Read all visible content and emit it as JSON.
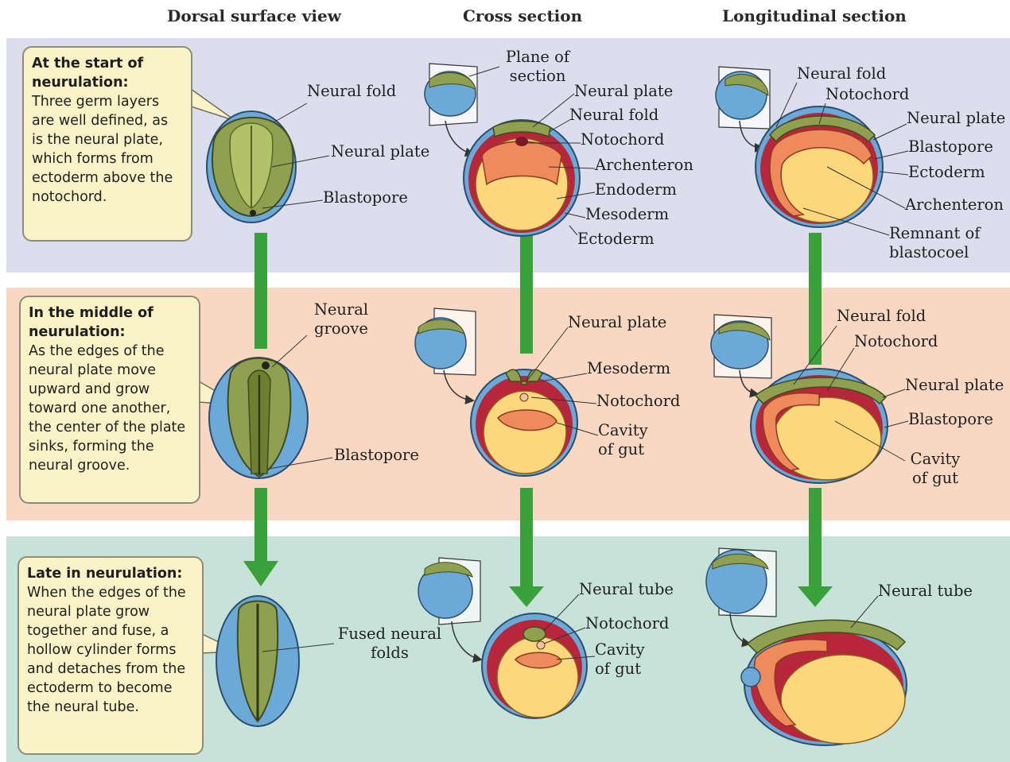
{
  "columns": {
    "dorsal": "Dorsal surface view",
    "cross": "Cross section",
    "longitudinal": "Longitudinal section"
  },
  "stages": [
    {
      "heading": "At the start of neurulation:",
      "body": "Three germ layers are well defined, as is the neural plate, which forms from ectoderm above the notochord."
    },
    {
      "heading": "In the middle of neurulation:",
      "body": "As the edges of the neural plate move upward and grow toward one another, the center of the plate sinks, forming the neural groove."
    },
    {
      "heading": "Late in neurulation:",
      "body": "When the edges of the neural plate grow together and fuse, a hollow cylinder forms and detaches from the ectoderm to become the neural tube."
    }
  ],
  "labels": {
    "s1_dorsal": [
      "Neural fold",
      "Neural plate",
      "Blastopore"
    ],
    "s1_cross": [
      "Plane of section",
      "Neural plate",
      "Neural fold",
      "Notochord",
      "Archenteron",
      "Endoderm",
      "Mesoderm",
      "Ectoderm"
    ],
    "s1_long": [
      "Neural fold",
      "Notochord",
      "Neural plate",
      "Blastopore",
      "Ectoderm",
      "Archenteron",
      "Remnant of blastocoel"
    ],
    "s2_dorsal": [
      "Neural groove",
      "Blastopore"
    ],
    "s2_cross": [
      "Neural plate",
      "Mesoderm",
      "Notochord",
      "Cavity of gut"
    ],
    "s2_long": [
      "Neural fold",
      "Notochord",
      "Neural plate",
      "Blastopore",
      "Cavity of gut"
    ],
    "s3_dorsal": [
      "Fused neural folds"
    ],
    "s3_cross": [
      "Neural tube",
      "Notochord",
      "Cavity of gut"
    ],
    "s3_long": [
      "Neural tube"
    ]
  },
  "colors": {
    "band_top": "#dcdeee",
    "band_middle": "#f8d8c2",
    "band_bottom": "#c7e3d9",
    "arrow": "#3aa13a",
    "ectoderm_blue": "#6aa9d8",
    "neural_green": "#8fa050",
    "mesoderm_red": "#b8263c",
    "endoderm_yellow": "#fcd77c",
    "archenteron_orange": "#ee8a5c",
    "callout_fill": "#fbf3c8"
  }
}
